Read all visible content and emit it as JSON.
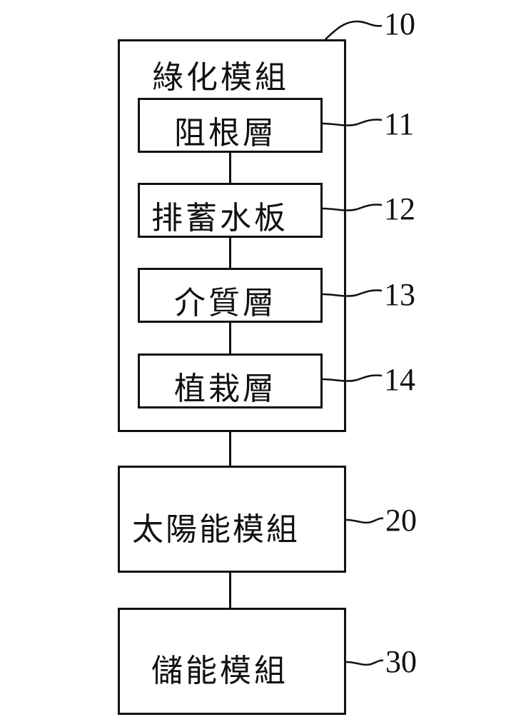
{
  "diagram": {
    "green_module": {
      "title": "綠化模組",
      "ref": "10"
    },
    "layers": [
      {
        "name": "阻根層",
        "ref": "11"
      },
      {
        "name": "排蓄水板",
        "ref": "12"
      },
      {
        "name": "介質層",
        "ref": "13"
      },
      {
        "name": "植栽層",
        "ref": "14"
      }
    ],
    "solar_module": {
      "name": "太陽能模組",
      "ref": "20"
    },
    "storage_module": {
      "name": "儲能模組",
      "ref": "30"
    }
  }
}
